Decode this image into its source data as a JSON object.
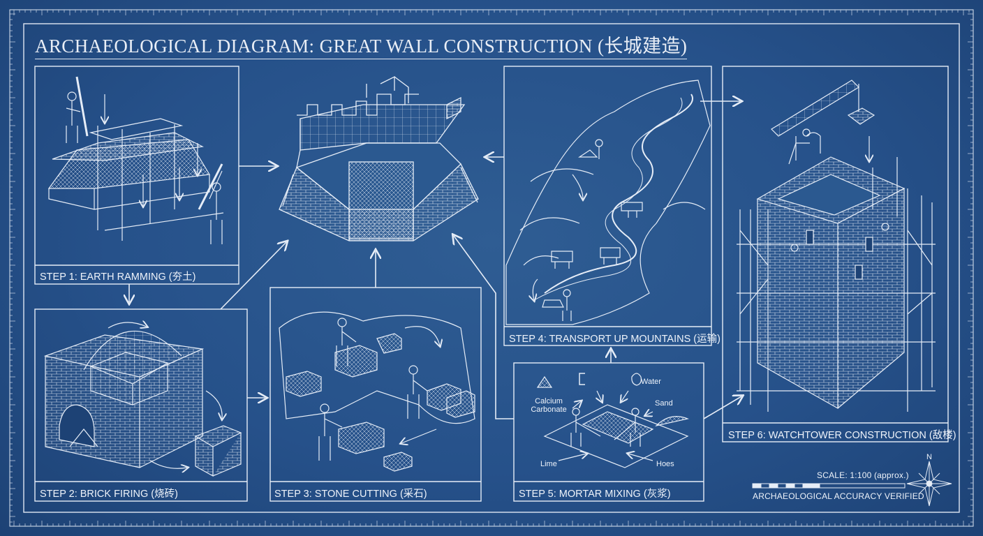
{
  "diagram": {
    "title": "ARCHAEOLOGICAL DIAGRAM: GREAT WALL CONSTRUCTION (长城建造)",
    "steps": [
      {
        "label": "STEP 1: EARTH RAMMING (夯土)"
      },
      {
        "label": "STEP 2: BRICK FIRING (烧砖)"
      },
      {
        "label": "STEP 3: STONE CUTTING (采石)"
      },
      {
        "label": "STEP 4: TRANSPORT UP MOUNTAINS (运输)"
      },
      {
        "label": "STEP 5: MORTAR MIXING (灰浆)"
      },
      {
        "label": "STEP 6: WATCHTOWER CONSTRUCTION (敌楼)"
      }
    ],
    "mortar_labels": {
      "calcium": "Calcium\nCarbonate",
      "water": "Water",
      "sand": "Sand",
      "lime": "Lime",
      "hoes": "Hoes"
    },
    "scale": "SCALE: 1:100 (approx.)",
    "verification": "ARCHAEOLOGICAL ACCURACY VERIFIED",
    "compass": "N"
  },
  "colors": {
    "background": "#26518a",
    "line": "#e6edf7"
  }
}
